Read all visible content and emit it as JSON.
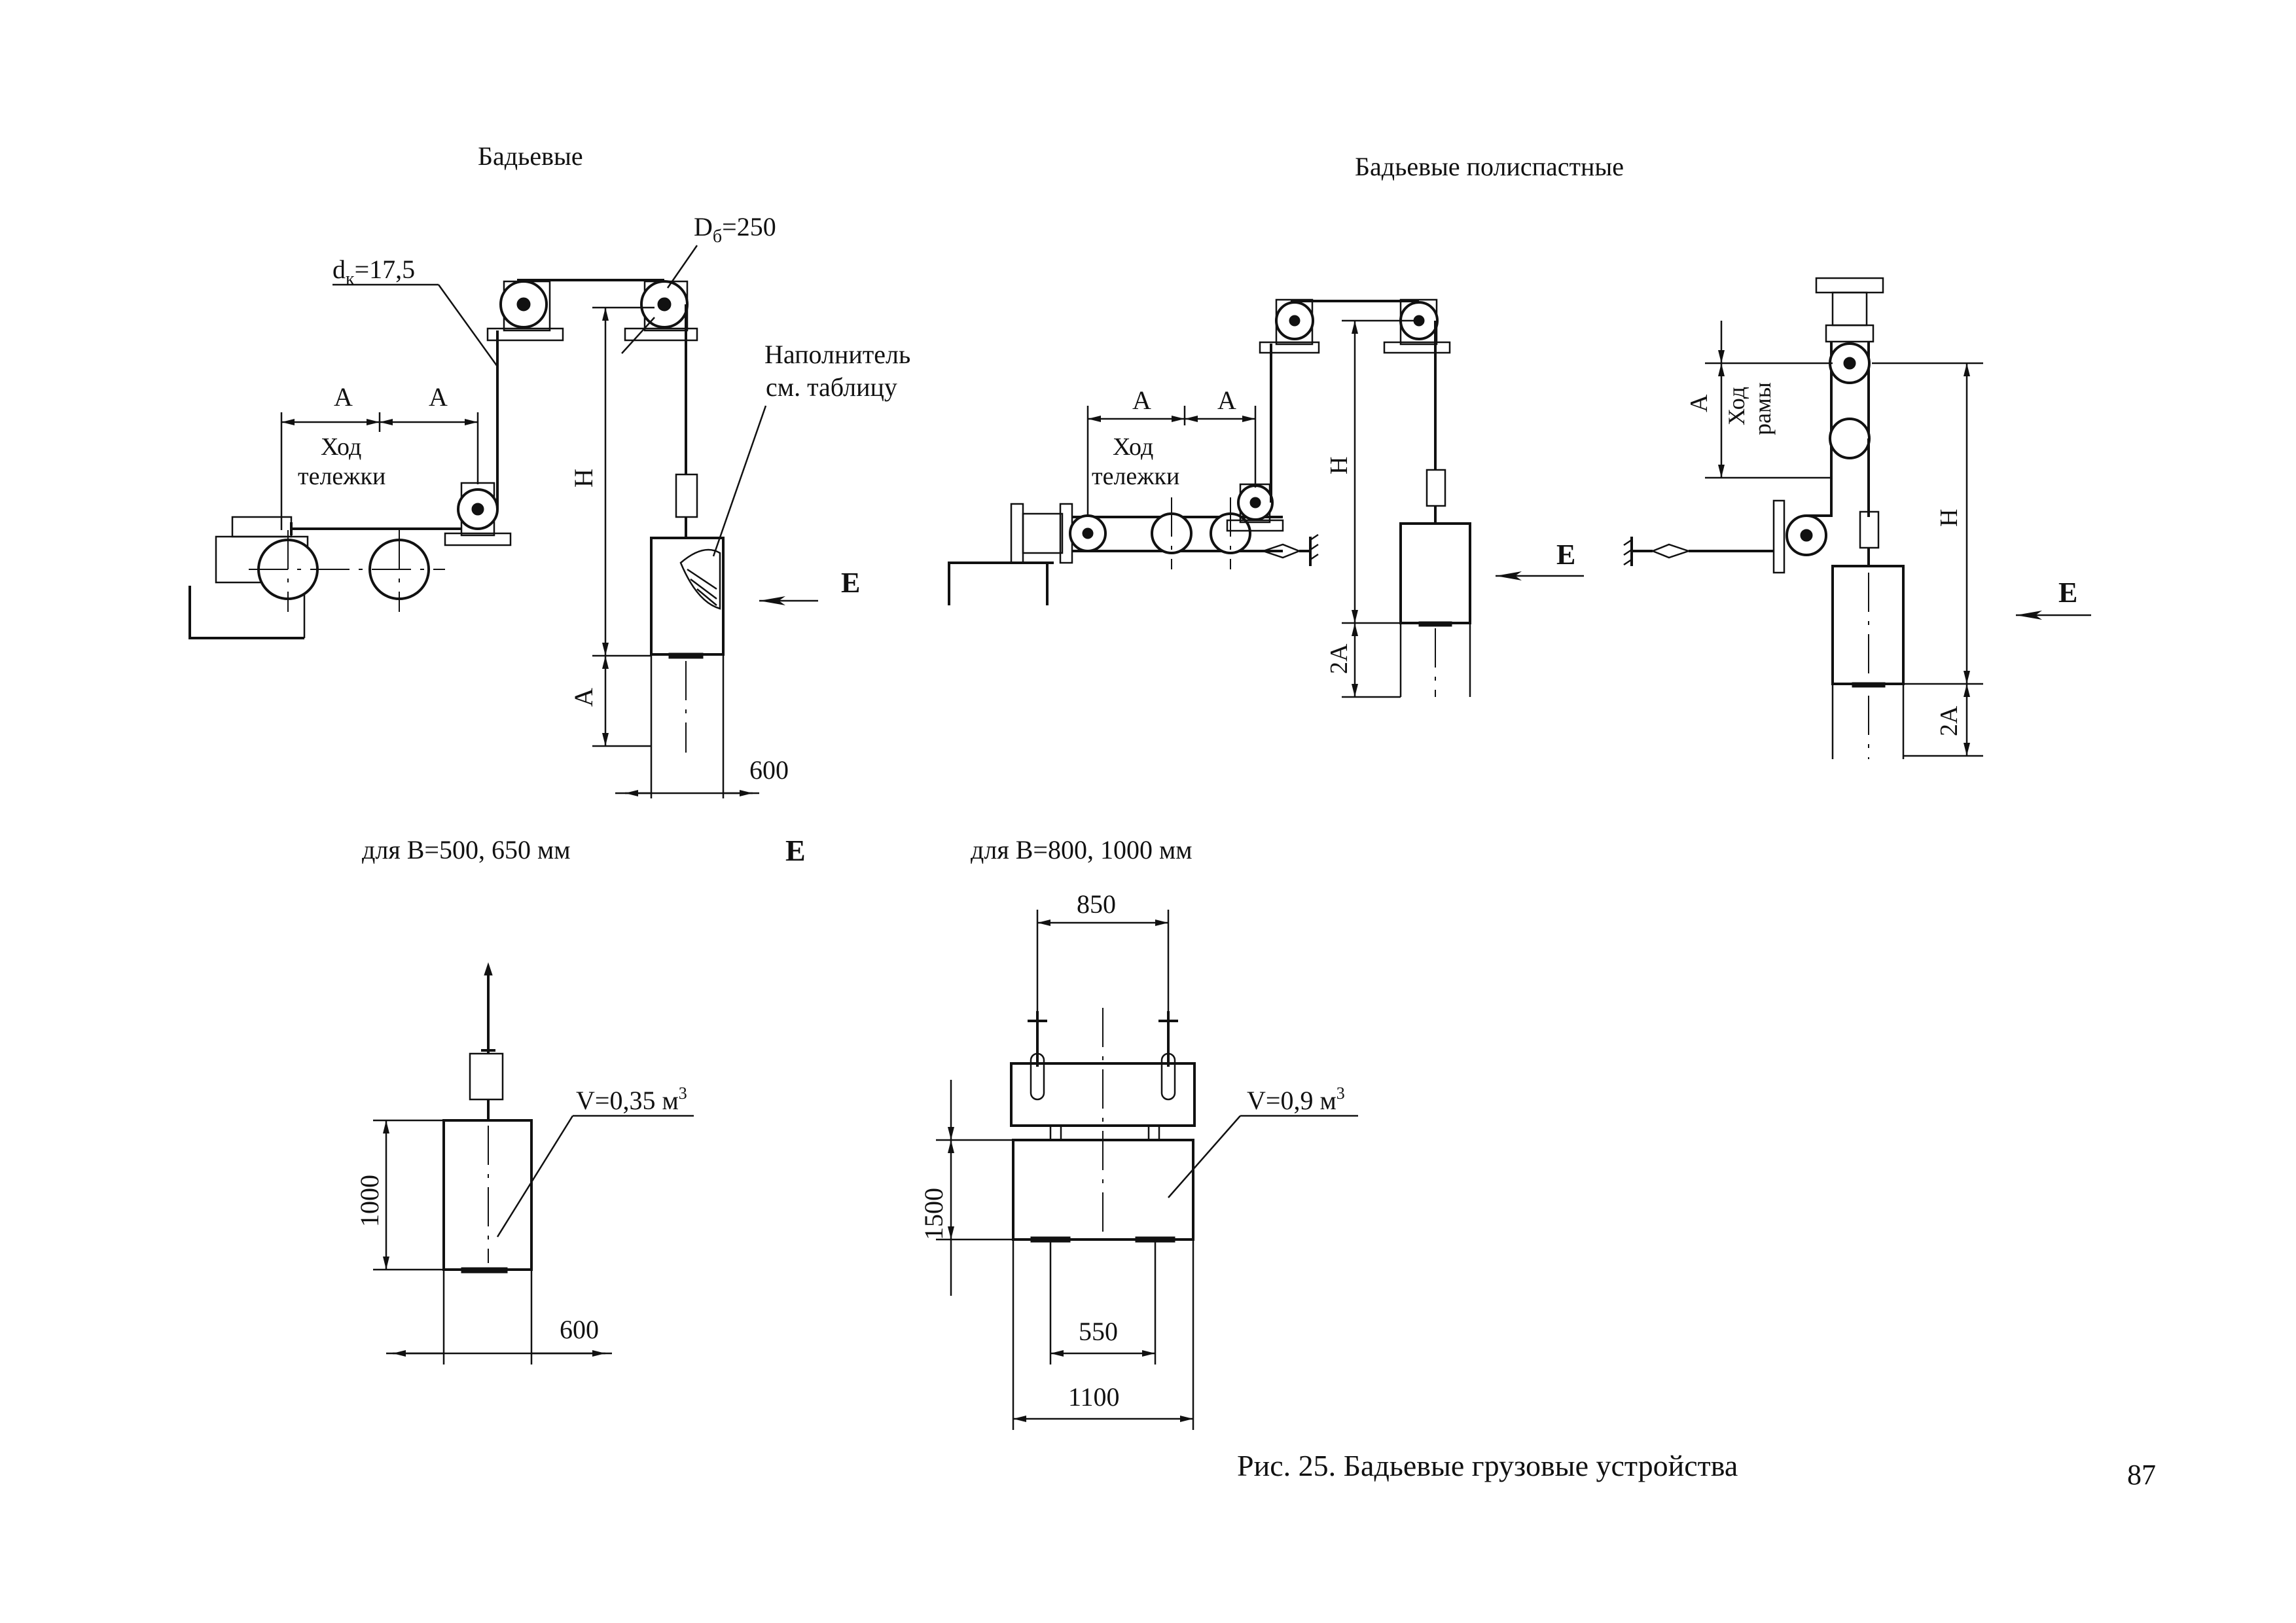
{
  "titles": {
    "bucket": "Бадьевые",
    "bucket_polyspast": "Бадьевые полиспастные"
  },
  "labels": {
    "cable_diameter": "dк=17,5",
    "cable_d_main": "d",
    "cable_d_sub": "к",
    "cable_d_value": "=17,5",
    "drum_diameter": "Dб=250",
    "drum_d_main": "D",
    "drum_d_sub": "б",
    "drum_d_value": "=250",
    "filler_line1": "Наполнитель",
    "filler_line2": "см. таблицу",
    "dim_A": "A",
    "dim_2A": "2A",
    "dim_H": "H",
    "travel_line1": "Ход",
    "travel_line2": "тележки",
    "frame_travel_line1": "Ход",
    "frame_travel_line2": "рамы",
    "view_E": "E",
    "width_600": "600",
    "width_850": "850",
    "width_550": "550",
    "width_1100": "1100",
    "height_1000": "1000",
    "height_1500": "1500",
    "for_small": "для B=500, 650 мм",
    "for_large": "для B=800, 1000 мм",
    "volume_small": "V=0,35 м³",
    "volume_small_main": "V=0,35 м",
    "volume_large": "V=0,9 м³",
    "volume_large_main": "V=0,9 м",
    "cube_sup": "3"
  },
  "caption": "Рис. 25. Бадьевые грузовые устройства",
  "page_number": "87"
}
